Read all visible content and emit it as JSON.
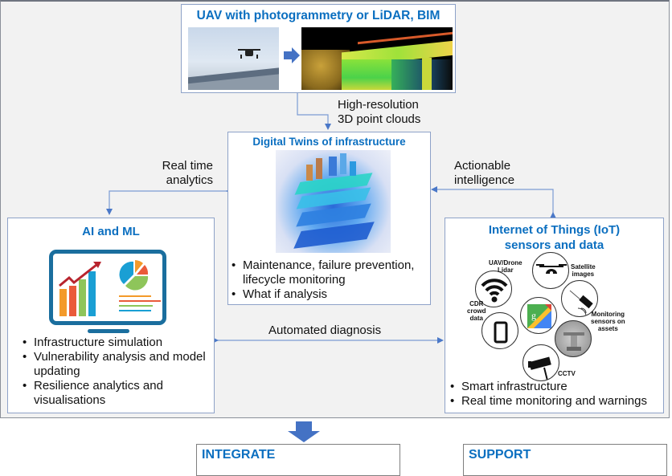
{
  "top_box": {
    "title": "UAV with photogrammetry or LiDAR, BIM",
    "images": [
      "drone-over-bridge-photo",
      "lidar-point-cloud-bridge"
    ]
  },
  "connectors": {
    "top_to_center": "High-resolution\n3D point clouds",
    "center_to_left": "Real time\nanalytics",
    "right_to_center": "Actionable\nintelligence",
    "left_right": "Automated diagnosis"
  },
  "center_box": {
    "title": "Digital Twins of infrastructure",
    "image": "layered-digital-twin-city",
    "bullets": [
      "Maintenance, failure prevention, lifecycle monitoring",
      "What if analysis"
    ]
  },
  "left_box": {
    "title": "AI and ML",
    "image": "analytics-monitor-icon",
    "bullets": [
      "Infrastructure simulation",
      "Vulnerability analysis and model updating",
      "Resilience analytics and visualisations"
    ]
  },
  "right_box": {
    "title_line1": "Internet of Things (IoT)",
    "title_line2": "sensors and data",
    "sensor_labels": {
      "drone": "UAV/Drone\nLidar",
      "satellite": "Satellite\nimages",
      "cdr": "CDR\ncrowd\ndata",
      "monitoring": "Monitoring\nsensors on\nassets",
      "cctv": "CCTV"
    },
    "bullets": [
      "Smart infrastructure",
      "Real time monitoring and warnings"
    ]
  },
  "bottom": {
    "integrate_title": "INTEGRATE",
    "support_title": "SUPPORT"
  },
  "colors": {
    "title_blue": "#0b6fc0",
    "connector_blue": "#4a78c8",
    "panel_bg": "#f2f2f2"
  }
}
